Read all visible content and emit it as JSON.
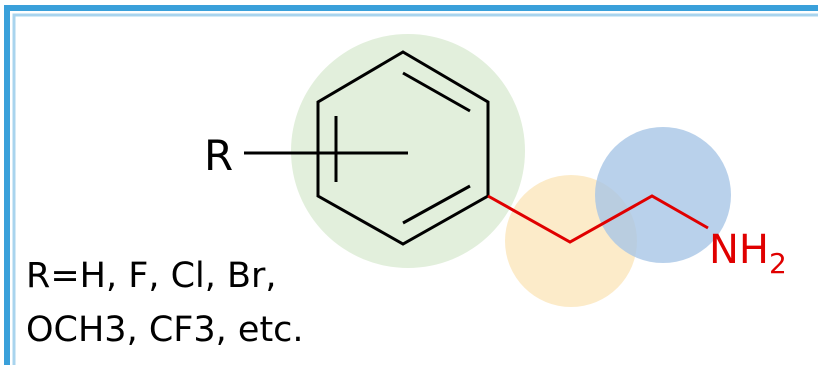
{
  "colors": {
    "frame_outer": "#3aa0da",
    "frame_inner": "#a9d4ee",
    "background": "#ffffff",
    "bond": "#000000",
    "chain_bond": "#e00000",
    "amine_text": "#e00000",
    "substituent_text": "#000000",
    "ring_highlight": "#e2efdc",
    "alpha_highlight": "#fce8bf",
    "amine_highlight": "#a7c5e6"
  },
  "molecule": {
    "substituent_label": "R",
    "amine_label": "NH",
    "amine_subscript": "2"
  },
  "caption": {
    "line1": "R=H, F, Cl, Br,",
    "line2": "OCH3, CF3, etc."
  }
}
